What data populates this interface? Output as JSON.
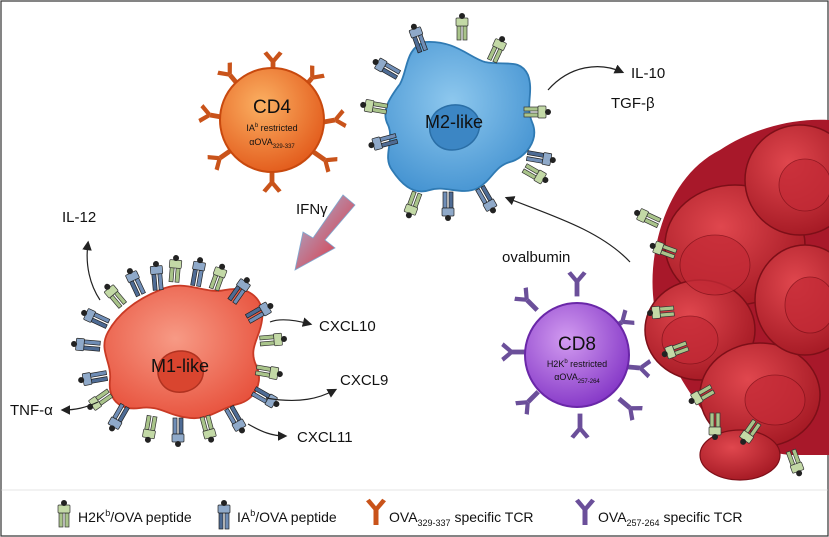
{
  "cells": {
    "cd4": {
      "name": "CD4",
      "line1": "IA",
      "line1_sup": "b",
      "line1_rest": " restricted",
      "line2": "αOVA",
      "line2_sub": "329-337"
    },
    "cd8": {
      "name": "CD8",
      "line1": "H2K",
      "line1_sup": "b",
      "line1_rest": " restricted",
      "line2": "αOVA",
      "line2_sub": "257-264"
    },
    "m2": {
      "name": "M2-like"
    },
    "m1": {
      "name": "M1-like"
    }
  },
  "labels": {
    "il10": "IL-10",
    "tgfb": "TGF-β",
    "ifng": "IFNγ",
    "il12": "IL-12",
    "ovalbumin": "ovalbumin",
    "cxcl10": "CXCL10",
    "cxcl9": "CXCL9",
    "cxcl11": "CXCL11",
    "tnfa": "TNF-α"
  },
  "legend": {
    "h2kb_main": "H2K",
    "h2kb_sup": "b",
    "h2kb_rest": "/OVA peptide",
    "iab_main": "IA",
    "iab_sup": "b",
    "iab_rest": "/OVA peptide",
    "tcr329_main": "OVA",
    "tcr329_sub": "329-337",
    "tcr329_rest": " specific TCR",
    "tcr257_main": "OVA",
    "tcr257_sub": "257-264",
    "tcr257_rest": " specific TCR"
  },
  "colors": {
    "cd4": "#e8621c",
    "cd8": "#8e3fd0",
    "m2": "#4a9bd5",
    "m1": "#ee5c45",
    "tumor": "#c4202a",
    "h2kb": "#a9c48a",
    "iab": "#4e6b94",
    "tcr329": "#c9531a",
    "tcr257": "#6b4f9a"
  }
}
